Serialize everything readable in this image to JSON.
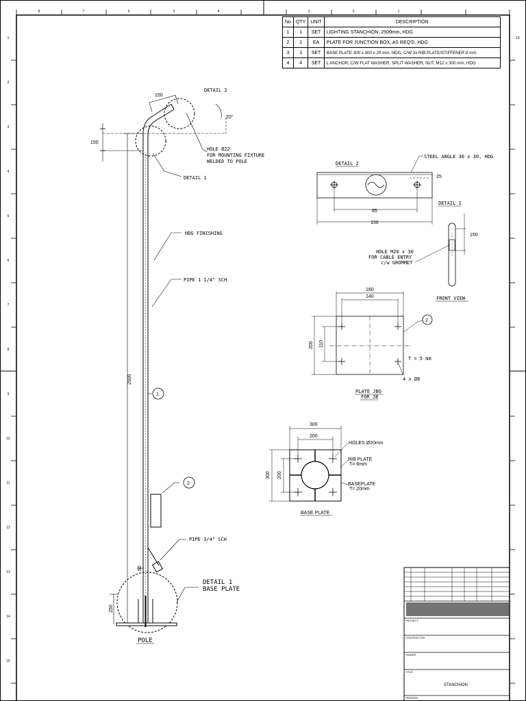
{
  "border": {
    "top_numbers": [
      "8",
      "7",
      "6",
      "5",
      "4",
      "3",
      "2",
      "1"
    ],
    "side_numbers": [
      "1",
      "2",
      "3",
      "4",
      "5",
      "6",
      "7",
      "8",
      "9",
      "10",
      "11",
      "12",
      "13",
      "14",
      "15",
      "16"
    ]
  },
  "bom": {
    "headers": [
      "No",
      "QTY",
      "UNIT",
      "DESCRIPTION"
    ],
    "rows": [
      [
        "1",
        "1",
        "SET",
        "LIGHTING STANCHION, 2500mm, HDG"
      ],
      [
        "2",
        "1",
        "EA",
        "PLATE FOR JUNCTION BOX, AS REQ'D, HDG"
      ],
      [
        "3",
        "1",
        "SET",
        "BASE PLATE 300 x 300 x 20 mm, HDG, C/W 3x RIB PLATE/STIFFENER 8 mm"
      ],
      [
        "4",
        "4",
        "SET",
        "L ANCHOR, C/W FLAT WASHER, SPLIT WASHER, NUT, M12 x 300 mm, HDG"
      ]
    ]
  },
  "pole": {
    "detail2": "DETAIL 2",
    "dim_150_top": "150",
    "dim_150_left": "150",
    "angle": "20°",
    "hole_note": [
      "HOLE Ø22",
      "FOR MOUNTING FIXTURE",
      "WELDED TO POLE"
    ],
    "detail1": "DETAIL 1",
    "finishing": "HDG FINISHING",
    "pipe_top": "PIPE 1 1/4\" SCH",
    "height": "2500",
    "item1": "1",
    "item2": "2",
    "pipe_bottom": "PIPE 3/4\" SCH",
    "base_detail": [
      "DETAIL 1",
      "BASE PLATE"
    ],
    "dim_50": "50",
    "dim_250": "250",
    "caption": "POLE"
  },
  "detail2_view": {
    "title": "DETAIL 2",
    "steel_note": "STEEL ANGLE 30 x 30, HDG",
    "dim_25": "25",
    "dim_85": "85",
    "dim_150": "150"
  },
  "detail1_view": {
    "title": "DETAIL 1",
    "dim_150": "150",
    "hole_note": [
      "HOLE M20 x 30",
      "FOR CABLE ENTRY",
      "c/w GROMMET"
    ],
    "caption": "FRONT VIEW"
  },
  "jb_plate": {
    "dim_w_outer": "160",
    "dim_w_inner": "140",
    "dim_h_outer": "200",
    "dim_h_inner": "110",
    "item": "2",
    "thickness": "T = 5 mm",
    "holes": "4 x Ø8",
    "caption": [
      "PLATE JBO",
      "FOR JB"
    ]
  },
  "base_plate": {
    "dim_outer": "300",
    "dim_inner": "200",
    "holes": "HOLES Ø20mm",
    "rib": [
      "RIB PLATE",
      "T= 8mm"
    ],
    "baseplate": [
      "BASEPLATE",
      "T= 20mm"
    ],
    "caption": "BASE PLATE"
  },
  "title_block": {
    "project": "PROJECT",
    "contractor": "CONTRACTOR",
    "owner": "OWNER",
    "title_label": "TITLE",
    "title_value": "STANCHION",
    "version": "VERSION"
  }
}
